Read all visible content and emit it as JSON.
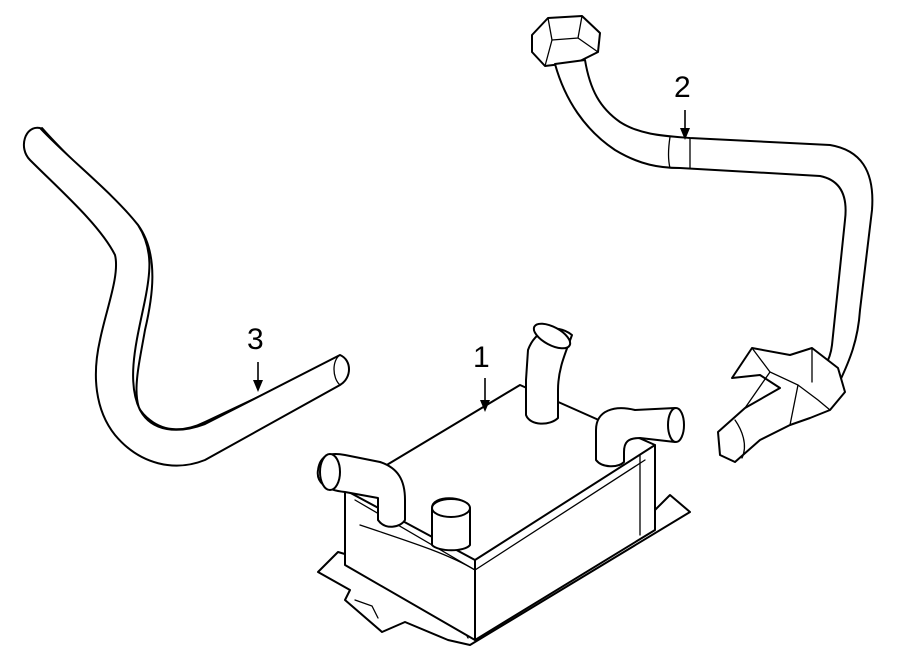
{
  "callouts": [
    {
      "id": "1",
      "label": "1"
    },
    {
      "id": "2",
      "label": "2"
    },
    {
      "id": "3",
      "label": "3"
    }
  ],
  "colors": {
    "background": "#ffffff",
    "line": "#000000"
  }
}
